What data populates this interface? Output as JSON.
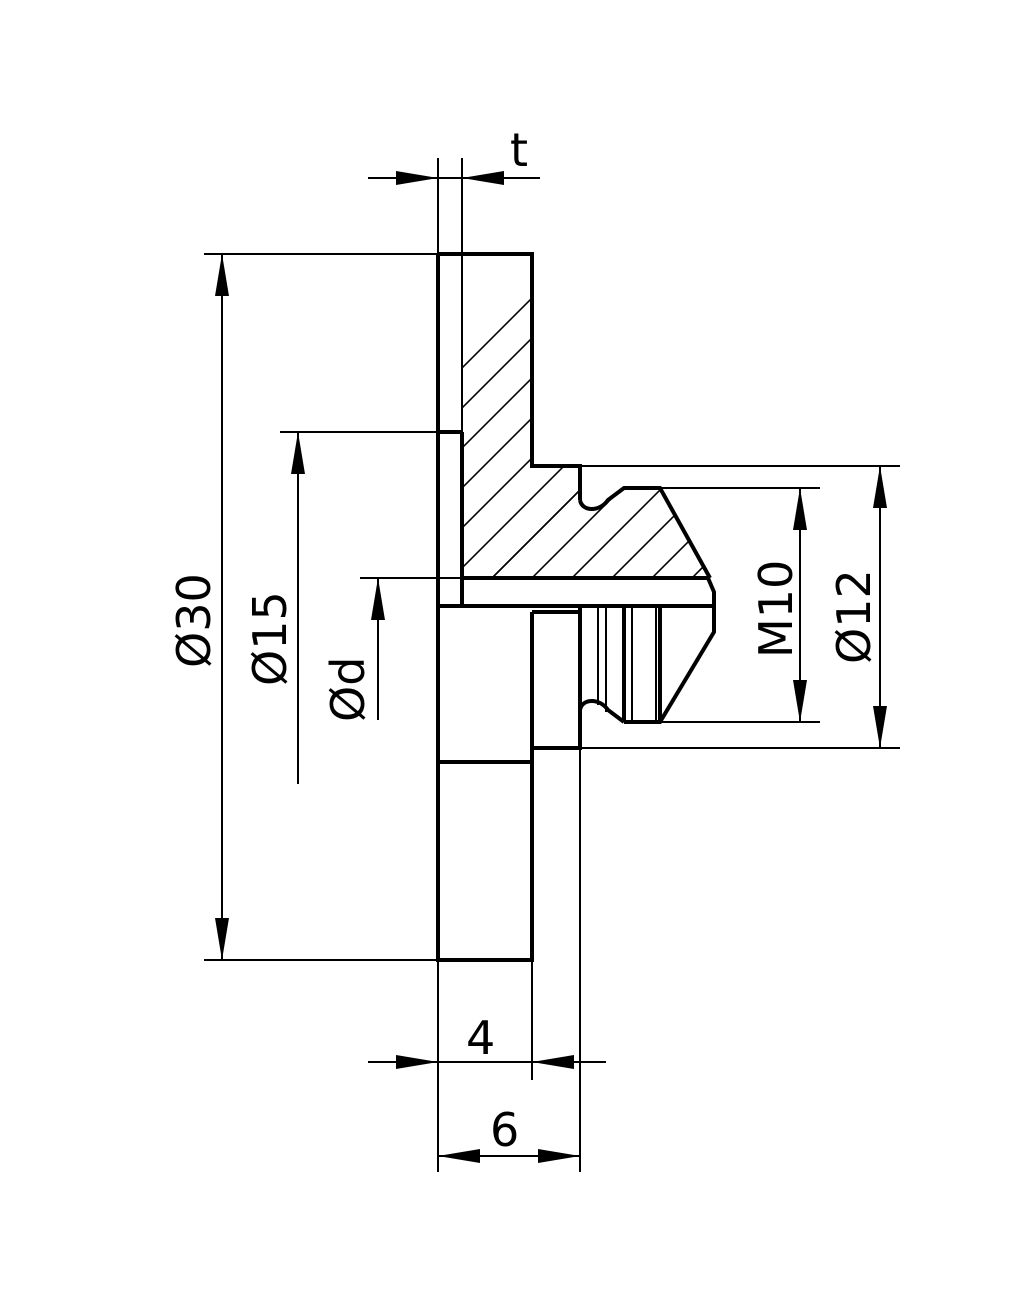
{
  "labels": {
    "t": "t",
    "d30": "Ø30",
    "d15": "Ø15",
    "dd": "Ød",
    "m10": "M10",
    "d12": "Ø12",
    "l4": "4",
    "l6": "6"
  },
  "colors": {
    "line": "#000000",
    "background": "#ffffff"
  }
}
